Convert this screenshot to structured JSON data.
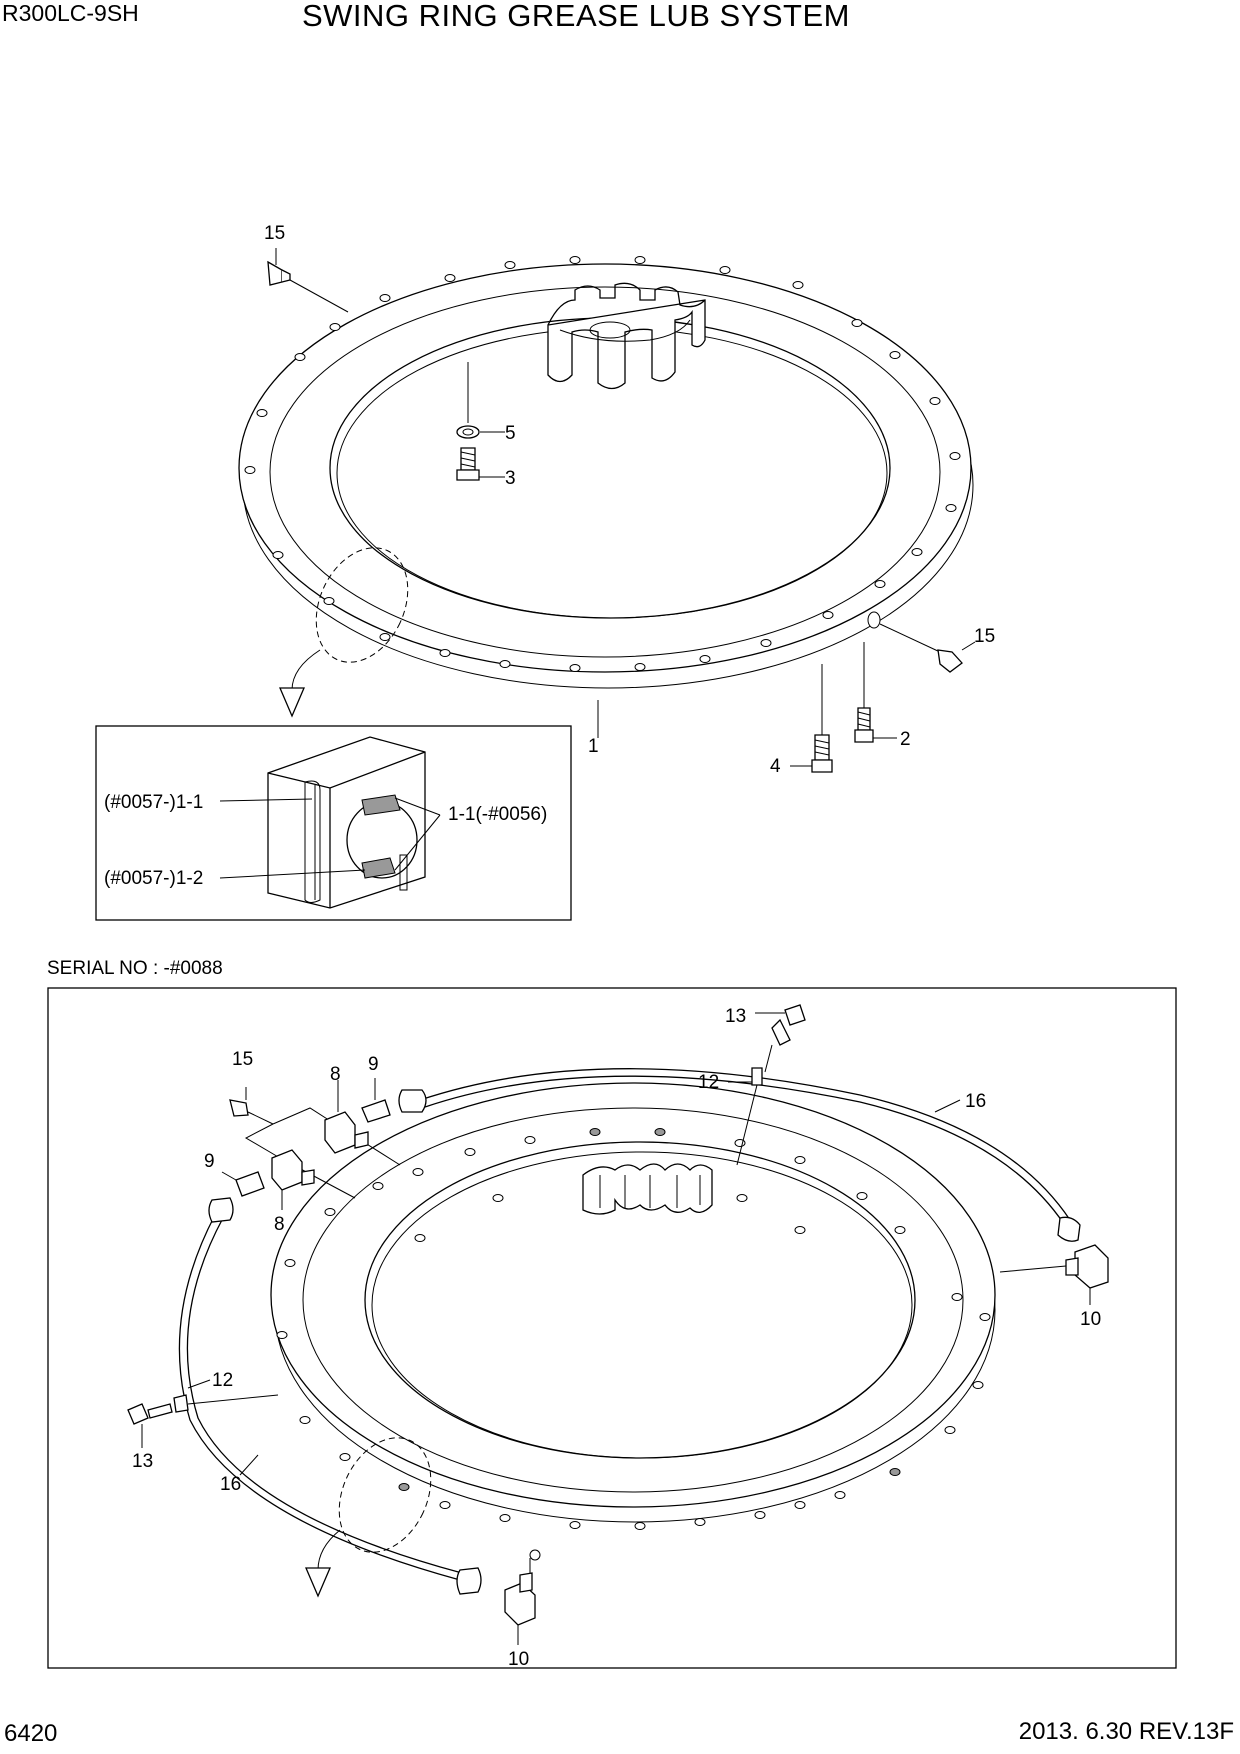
{
  "header": {
    "model": "R300LC-9SH",
    "title": "SWING RING GREASE LUB SYSTEM"
  },
  "top_diagram": {
    "callouts": [
      "15",
      "5",
      "3",
      "15",
      "1",
      "2",
      "4"
    ],
    "detail_callouts": [
      "(#0057-)1-1",
      "1-1(-#0056)",
      "(#0057-)1-2"
    ]
  },
  "bottom_diagram": {
    "serial_label": "SERIAL NO : -#0088",
    "callouts": [
      "13",
      "15",
      "8",
      "9",
      "12",
      "16",
      "9",
      "8",
      "10",
      "12",
      "13",
      "16",
      "10"
    ]
  },
  "footer": {
    "page_number": "6420",
    "revision": "2013. 6.30  REV.13F"
  }
}
